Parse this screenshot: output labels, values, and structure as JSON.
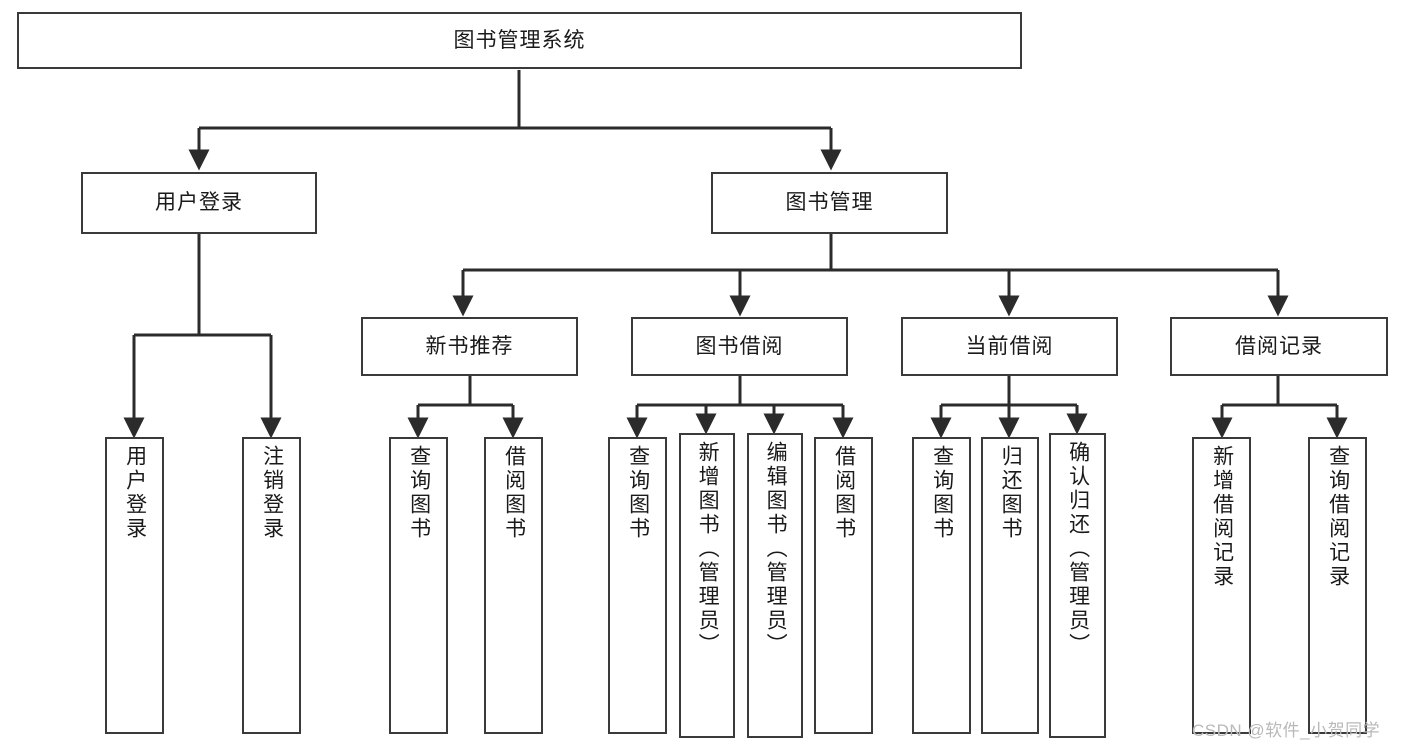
{
  "diagram": {
    "title": "图书管理系统",
    "type": "hierarchy-tree",
    "orientation": "top-down",
    "colors": {
      "background": "#ffffff",
      "box_border": "#3a3a3a",
      "box_fill": "#ffffff",
      "edge": "#2b2b2b",
      "text": "#1a1a1a",
      "watermark": "#b9b9b9"
    }
  },
  "root": {
    "label": "图书管理系统"
  },
  "level2": [
    {
      "label": "用户登录"
    },
    {
      "label": "图书管理"
    }
  ],
  "level3": [
    {
      "label": "新书推荐"
    },
    {
      "label": "图书借阅"
    },
    {
      "label": "当前借阅"
    },
    {
      "label": "借阅记录"
    }
  ],
  "leaves": {
    "user_login": [
      {
        "label": "用户登录"
      },
      {
        "label": "注销登录"
      }
    ],
    "new_book_recommend": [
      {
        "label": "查询图书"
      },
      {
        "label": "借阅图书"
      }
    ],
    "book_borrow": [
      {
        "label": "查询图书"
      },
      {
        "label": "新增图书（管理员）"
      },
      {
        "label": "编辑图书（管理员）"
      },
      {
        "label": "借阅图书"
      }
    ],
    "current_borrow": [
      {
        "label": "查询图书"
      },
      {
        "label": "归还图书"
      },
      {
        "label": "确认归还（管理员）"
      }
    ],
    "borrow_record": [
      {
        "label": "新增借阅记录"
      },
      {
        "label": "查询借阅记录"
      }
    ]
  },
  "watermark": {
    "text": "CSDN @软件_小贺同学"
  }
}
